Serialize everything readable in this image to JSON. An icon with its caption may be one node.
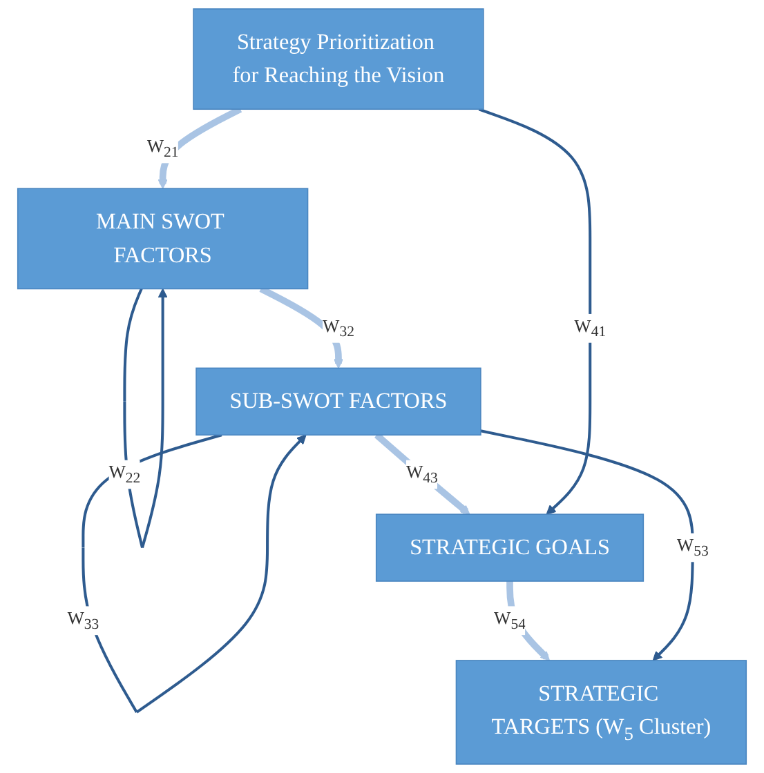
{
  "diagram": {
    "nodes": [
      {
        "text": [
          "Strategy Prioritization for Reaching the Vision"
        ]
      },
      {
        "text": [
          "MAIN SWOT FACTORS"
        ]
      },
      {
        "text": [
          "SUB-SWOT FACTORS"
        ]
      },
      {
        "text": [
          "STRATEGIC GOALS"
        ]
      },
      {
        "text": [
          "STRATEGIC TARGETS (W$_{5}$ Cluster)"
        ]
      }
    ],
    "edges": [
      {
        "from": 0,
        "to": 1,
        "arrow": "to",
        "label": "W$_{21}$",
        "style": "thick",
        "color": "#a9c4e4"
      },
      {
        "from": 1,
        "to": 1,
        "arrow": "to",
        "label": "W$_{22}$",
        "color": "#2e5b8f"
      },
      {
        "from": 1,
        "to": 2,
        "arrow": "to",
        "label": "W$_{32}$",
        "style": "thick",
        "color": "#a9c4e4"
      },
      {
        "from": 2,
        "to": 2,
        "arrow": "to",
        "label": "W$_{33}$",
        "color": "#2e5b8f"
      },
      {
        "from": 2,
        "to": 3,
        "arrow": "to",
        "label": "W$_{43}$",
        "style": "thick",
        "color": "#a9c4e4"
      },
      {
        "from": 3,
        "to": 4,
        "arrow": "to",
        "label": "W$_{54}$",
        "style": "thick",
        "color": "#a9c4e4"
      },
      {
        "from": 0,
        "to": 3,
        "arrow": "to",
        "label": "W$_{41}$",
        "color": "#2e5b8f"
      },
      {
        "from": 2,
        "to": 4,
        "arrow": "to",
        "label": "W$_{53}$",
        "color": "#2e5b8f"
      }
    ]
  }
}
